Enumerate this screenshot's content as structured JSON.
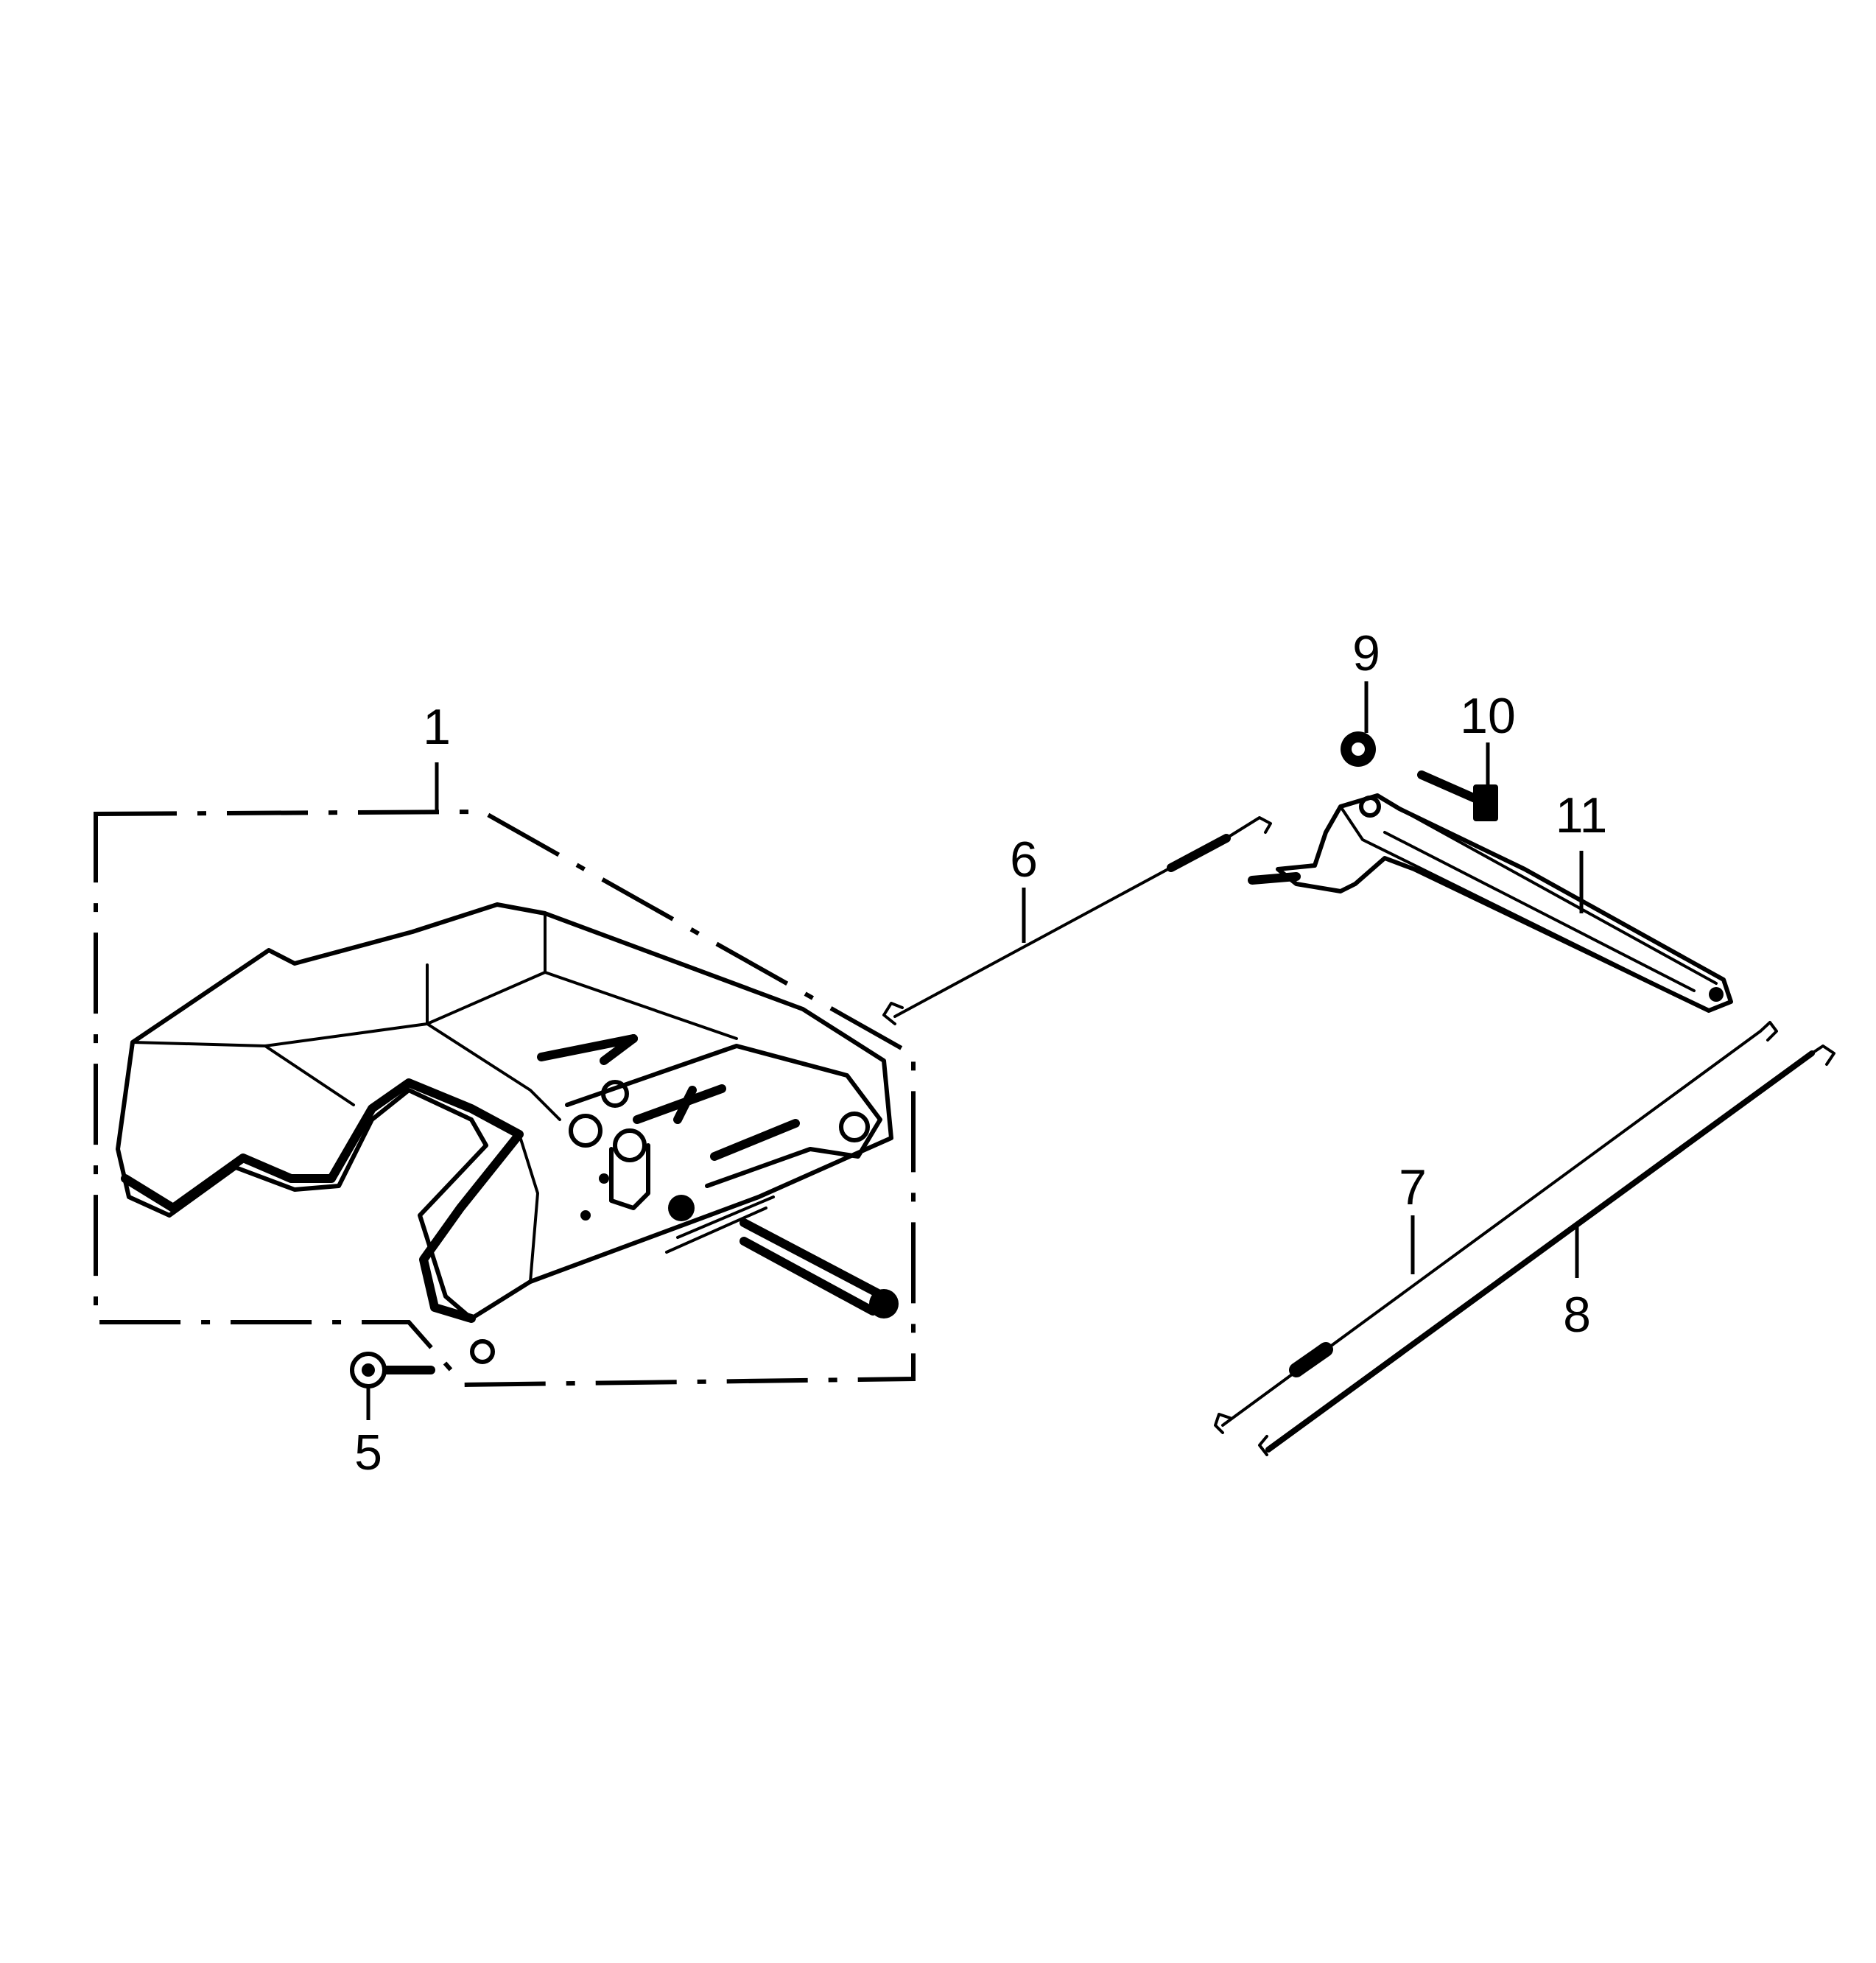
{
  "diagram": {
    "callouts": [
      {
        "id": "1",
        "label": "1"
      },
      {
        "id": "5",
        "label": "5"
      },
      {
        "id": "6",
        "label": "6"
      },
      {
        "id": "7",
        "label": "7"
      },
      {
        "id": "8",
        "label": "8"
      },
      {
        "id": "9",
        "label": "9"
      },
      {
        "id": "10",
        "label": "10"
      },
      {
        "id": "11",
        "label": "11"
      }
    ]
  },
  "colors": {
    "line": "#000000",
    "background": "#ffffff"
  }
}
